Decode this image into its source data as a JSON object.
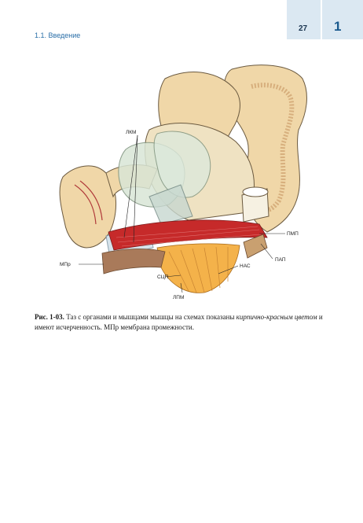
{
  "header": {
    "page_number": "27",
    "chapter_number": "1",
    "running_head": "1.1. Введение"
  },
  "figure": {
    "labels": {
      "lkm": "ЛКМ",
      "pmp": "ПМП",
      "pap": "ПАП",
      "mpr": "МПр",
      "nas": "НАС",
      "sph": "СЦП",
      "lpm": "ЛПМ"
    }
  },
  "caption": {
    "lead": "Рис. 1-03.",
    "part1": " Таз с органами и мышцами    мышцы на схемах показаны ",
    "emph": "кирпично-крас­ным цветом",
    "part2": " и имеют исчерченность. МПр    мембрана промежности."
  },
  "colors": {
    "bone": "#f0d7a8",
    "muscle_red": "#c62a2a",
    "tab_background": "#dbe8f2"
  }
}
